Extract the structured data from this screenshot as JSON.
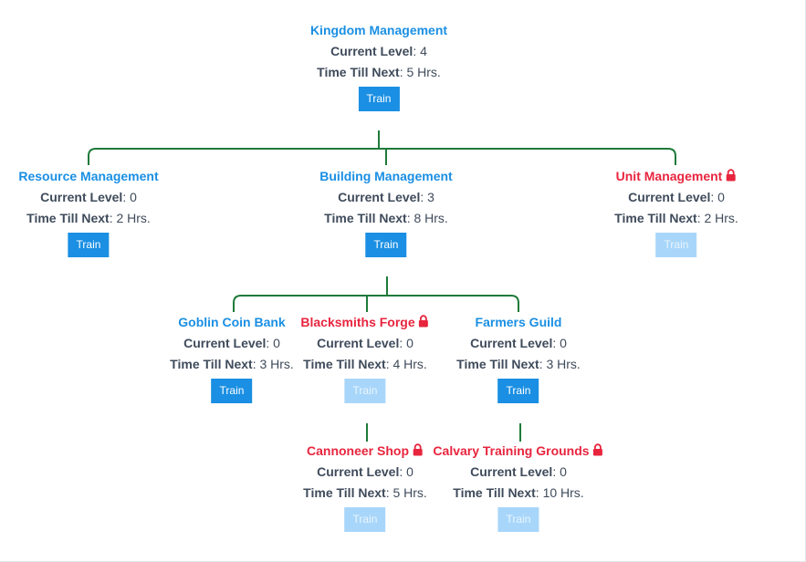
{
  "tree": {
    "labels": {
      "current_level": "Current Level",
      "time_till_next": "Time Till Next"
    },
    "nodes": {
      "kingdom": {
        "title": "Kingdom Management",
        "level": ": 4",
        "time": ": 5 Hrs.",
        "button": "Train",
        "locked": false
      },
      "resource": {
        "title": "Resource Management",
        "level": ": 0",
        "time": ": 2 Hrs.",
        "button": "Train",
        "locked": false
      },
      "building": {
        "title": "Building Management",
        "level": ": 3",
        "time": ": 8 Hrs.",
        "button": "Train",
        "locked": false
      },
      "unit": {
        "title": "Unit Management",
        "level": ": 0",
        "time": ": 2 Hrs.",
        "button": "Train",
        "locked": true
      },
      "goblin": {
        "title": "Goblin Coin Bank",
        "level": ": 0",
        "time": ": 3 Hrs.",
        "button": "Train",
        "locked": false
      },
      "blacksmith": {
        "title": "Blacksmiths Forge",
        "level": ": 0",
        "time": ": 4 Hrs.",
        "button": "Train",
        "locked": true
      },
      "farmers": {
        "title": "Farmers Guild",
        "level": ": 0",
        "time": ": 3 Hrs.",
        "button": "Train",
        "locked": false
      },
      "cannoneer": {
        "title": "Cannoneer Shop",
        "level": ": 0",
        "time": ": 5 Hrs.",
        "button": "Train",
        "locked": true
      },
      "calvary": {
        "title": "Calvary Training Grounds",
        "level": ": 0",
        "time": ": 10 Hrs.",
        "button": "Train",
        "locked": true
      }
    }
  },
  "colors": {
    "open_title": "#1a8fe3",
    "locked_title": "#e8253e",
    "connector": "#1f7a3a",
    "button": "#1a8fe3",
    "button_disabled": "#a8d6fa"
  },
  "icons": {
    "lock": "lock-icon"
  }
}
